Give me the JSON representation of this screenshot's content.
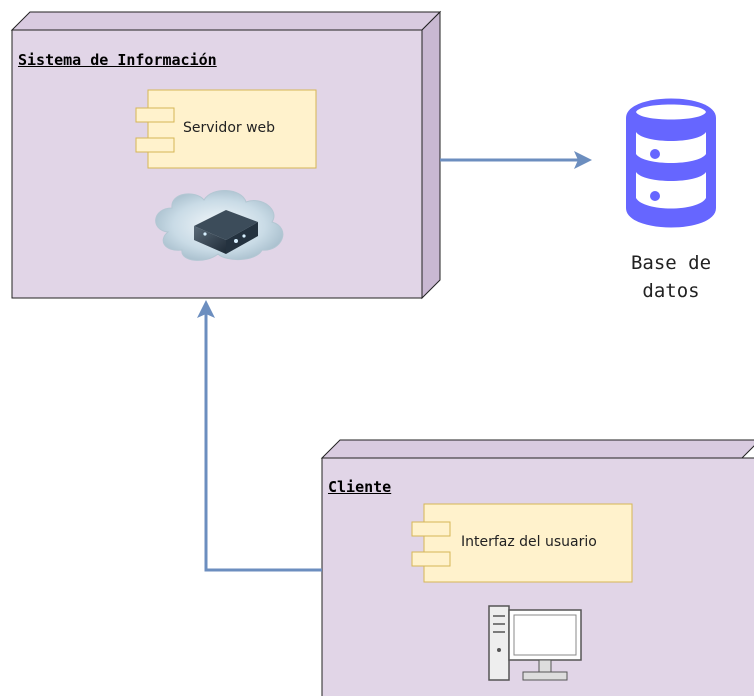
{
  "nodes": {
    "sistema": {
      "title": "Sistema de Información",
      "component_label": "Servidor web",
      "cloud_icon": "cloud-server-icon"
    },
    "cliente": {
      "title": "Cliente",
      "component_label": "Interfaz del usuario",
      "computer_icon": "desktop-computer-icon"
    }
  },
  "database": {
    "label_line1": "Base de",
    "label_line2": "datos",
    "icon": "database-icon"
  },
  "colors": {
    "node_fill": "#e1d5e7",
    "node_stroke": "#222222",
    "component_fill": "#fff2cc",
    "component_stroke": "#d6b656",
    "arrow": "#6c8ebf",
    "database": "#6666ff"
  }
}
